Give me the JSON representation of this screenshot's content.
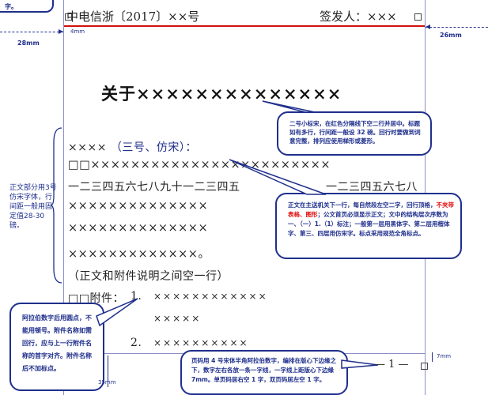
{
  "top_left_fragment": "字。",
  "header": {
    "doc_number": "中电信浙〔2017〕××号",
    "signer": "签发人：×××"
  },
  "margins": {
    "left": "28mm",
    "right": "26mm",
    "line_gap": "4mm",
    "bottom_right": "7mm",
    "bottom_left": "35mm"
  },
  "title": "关于××××××××××××××",
  "body": {
    "main_recipient": "××××",
    "main_recipient_note": "（三号、仿宋）：",
    "line1": "□□××××××××××××××××××××××××",
    "line2_left": "一二三四五六七八九十一二三四五",
    "line2_right": "一二三四五六七八",
    "line3": "××××××××××××××",
    "line4": "××××××××××××××",
    "line5": "×××××××××××××。",
    "spacing_note": "（正文和附件说明之间空一行）",
    "attachment_prefix": "□□附件：",
    "attachment1_num": "1.",
    "attachment1_text": "××××××××××××",
    "attachment1_cont": "×××××",
    "attachment2_num": "2.",
    "attachment2_text": "××××××××××",
    "page_number": "— 1 —"
  },
  "side_note": "正文部分用3号仿宋字体，行间距一般用固定值28-30磅。",
  "callouts": {
    "title": "二号小标宋，在红色分隔线下空二行并居中。标题如有多行，行间距一般设 32 磅。回行时要做到词意完整，排列应使用梯形或菱形。",
    "body_part1": "正文在主送机关下一行，每自然段左空二字，回行顶格，",
    "body_part_red": "不夹带表格、图形",
    "body_part2": "；公文首页必须显示正文；文中的结构层次序数为一、（一）1.（1）标注；一般第一层用黑体字、第二层用楷体字、第三、四层用仿宋字。标点采用规范全角标点。",
    "attachment": "阿拉伯数字后用圆点，不能用顿号。附件名称如需回行，应与上一行附件名称的首字对齐。附件名称后不加标点。",
    "page_number": "页码用 4 号宋体半角阿拉伯数字，编排在版心下边缘之下，数字左右各放一条一字线，一字线上距版心下边缘 7mm。单页码居右空 1 字，双页码居左空 1 字。"
  },
  "colors": {
    "callout_blue": "#1f2f8c",
    "red_rule": "#d01010",
    "red_text": "#e01010"
  }
}
